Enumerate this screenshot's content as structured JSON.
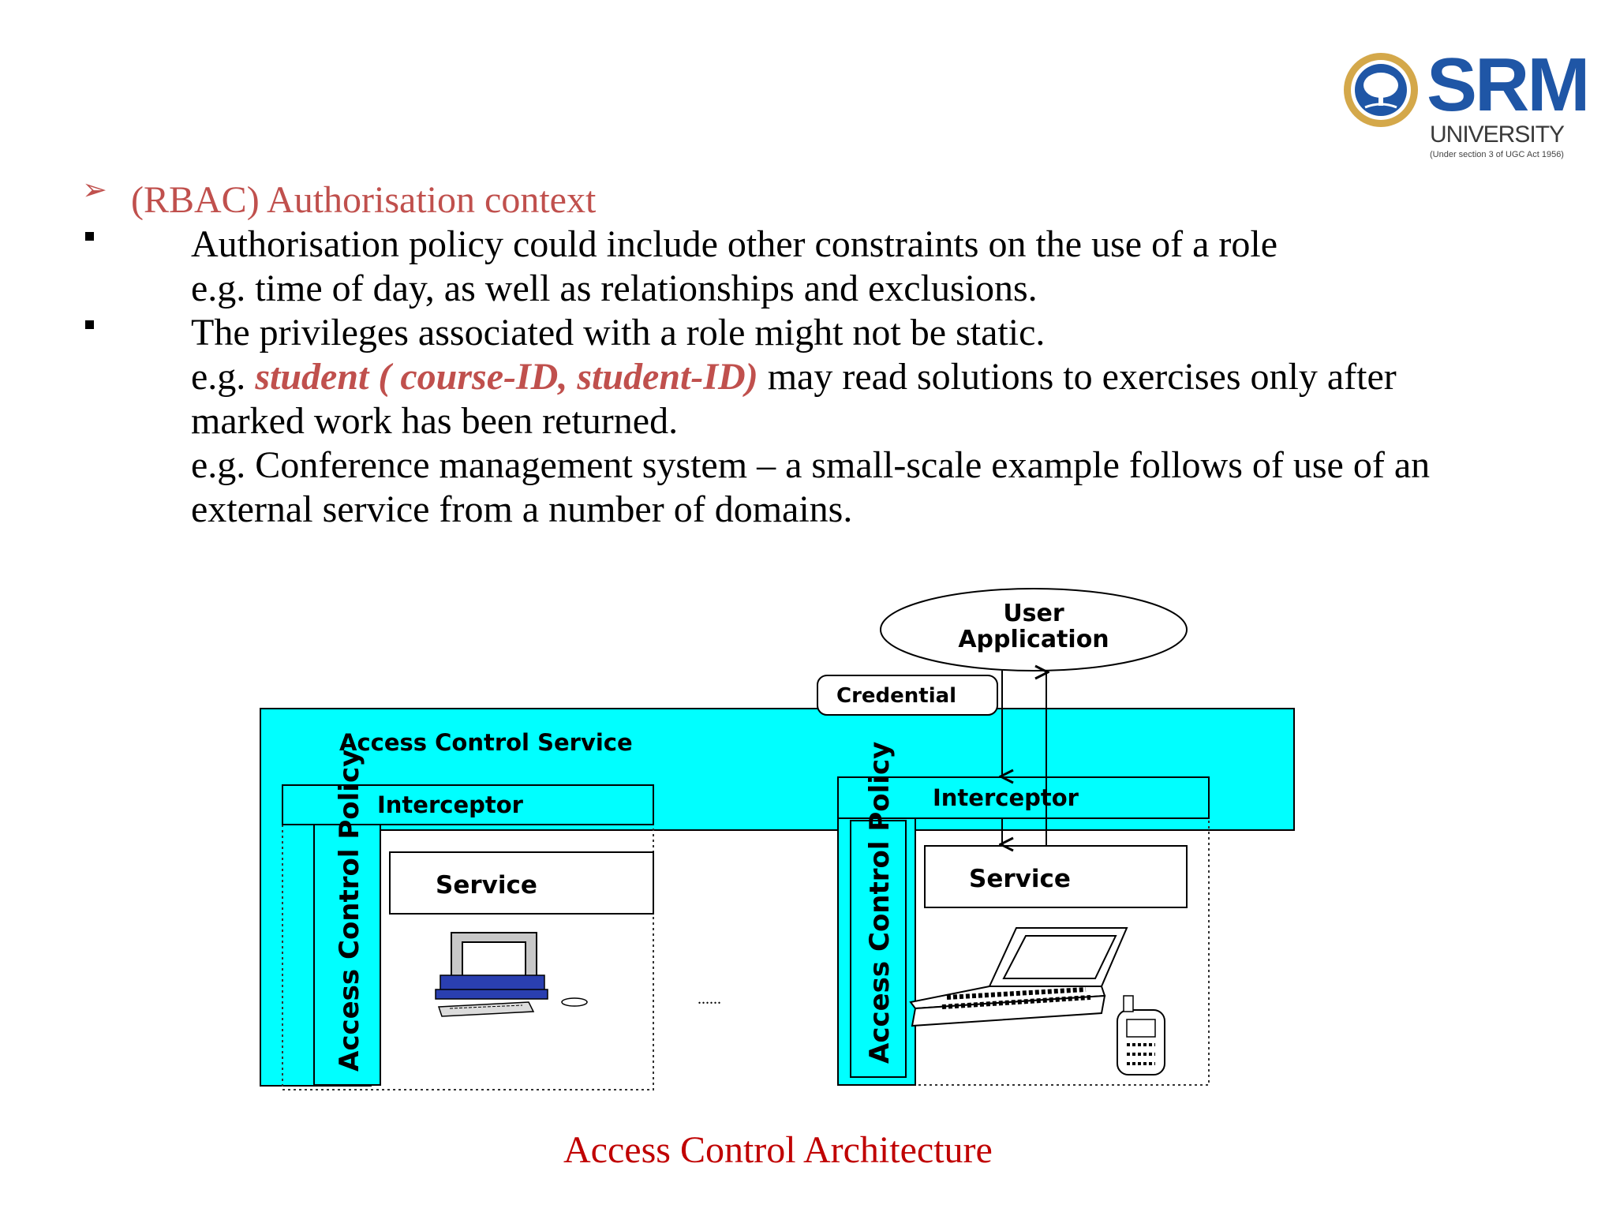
{
  "logo": {
    "name": "SRM",
    "university": "UNIVERSITY",
    "subtitle": "(Under section 3 of UGC Act 1956)"
  },
  "heading": "(RBAC) Authorisation context",
  "bullets": [
    {
      "line1": "Authorisation policy could include other constraints on the use of a role",
      "line2": "e.g. time of day, as well as relationships and exclusions."
    },
    {
      "line1": "The privileges associated with a role might not be static.",
      "line2_prefix": "e.g. ",
      "line2_emphasis": "student ( course-ID, student-ID)",
      "line2_suffix": " may read solutions to exercises only after",
      "line3": "marked work has been returned.",
      "line4": "e.g. Conference management system – a small-scale example follows of use of an",
      "line5": "external service from a number of domains."
    }
  ],
  "diagram": {
    "user_application_line1": "User",
    "user_application_line2": "Application",
    "credential": "Credential",
    "access_control_service": "Access Control Service",
    "interceptor_left": "Interceptor",
    "interceptor_right": "Interceptor",
    "policy_left": "Access Control Policy",
    "policy_right": "Access Control Policy",
    "service_left": "Service",
    "service_right": "Service",
    "ellipsis": "......",
    "colors": {
      "acs_fill": "#00ffff",
      "outline": "#000000"
    }
  },
  "caption": "Access Control Architecture"
}
